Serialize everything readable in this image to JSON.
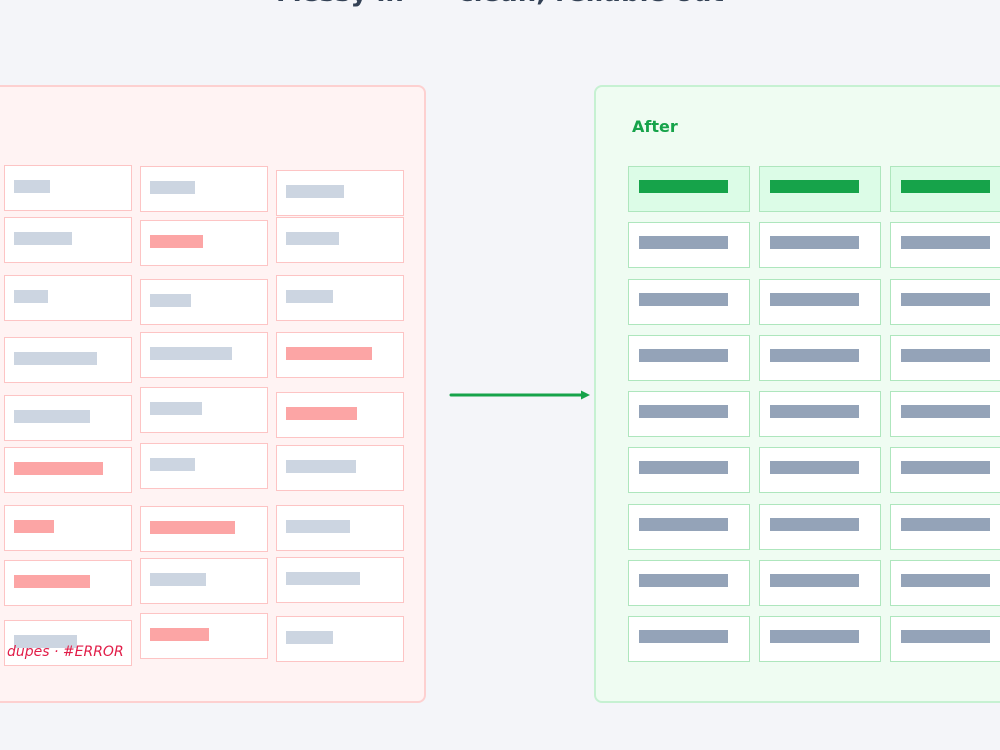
{
  "title": "Messy in      clean, reliable out",
  "before": {
    "note": "dupes · #ERROR",
    "columns": [
      {
        "cells": [
          {
            "bar": 0.43,
            "error": false
          },
          {
            "bar": 0.69,
            "error": false
          },
          {
            "bar": 0.4,
            "error": false
          },
          {
            "bar": 0.99,
            "error": false
          },
          {
            "bar": 0.9,
            "error": false
          },
          {
            "bar": 1.06,
            "error": true
          },
          {
            "bar": 0.48,
            "error": true
          },
          {
            "bar": 0.91,
            "error": true
          },
          {
            "bar": 0.75,
            "error": false
          }
        ]
      },
      {
        "cells": [
          {
            "bar": 0.53,
            "error": false
          },
          {
            "bar": 0.63,
            "error": true
          },
          {
            "bar": 0.49,
            "error": false
          },
          {
            "bar": 0.98,
            "error": false
          },
          {
            "bar": 0.62,
            "error": false
          },
          {
            "bar": 0.54,
            "error": false
          },
          {
            "bar": 1.01,
            "error": true
          },
          {
            "bar": 0.67,
            "error": false
          },
          {
            "bar": 0.7,
            "error": true
          }
        ]
      },
      {
        "cells": [
          {
            "bar": 0.69,
            "error": false
          },
          {
            "bar": 0.63,
            "error": false
          },
          {
            "bar": 0.56,
            "error": false
          },
          {
            "bar": 1.02,
            "error": true
          },
          {
            "bar": 0.84,
            "error": true
          },
          {
            "bar": 0.83,
            "error": false
          },
          {
            "bar": 0.76,
            "error": false
          },
          {
            "bar": 0.88,
            "error": false
          },
          {
            "bar": 0.56,
            "error": false
          }
        ]
      }
    ]
  },
  "after": {
    "label": "After",
    "columns": 3,
    "rows": 9,
    "header_rows": 1
  },
  "colors": {
    "accent": "#16a34a",
    "error": "#fca5a5",
    "before_bar": "#ccd5e1",
    "after_bar": "#94a3b8",
    "note": "#e11d48"
  }
}
